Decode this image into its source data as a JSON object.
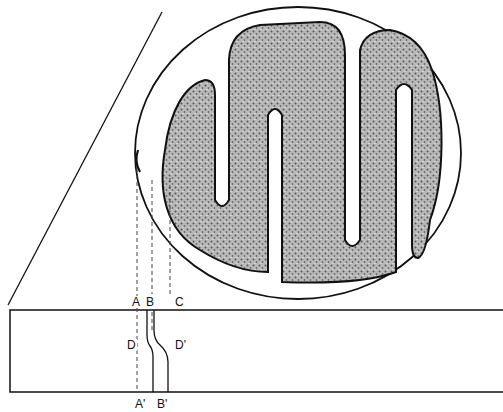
{
  "diagram": {
    "labels": [
      "A",
      "B",
      "C",
      "D",
      "D'",
      "A'",
      "B'"
    ]
  }
}
